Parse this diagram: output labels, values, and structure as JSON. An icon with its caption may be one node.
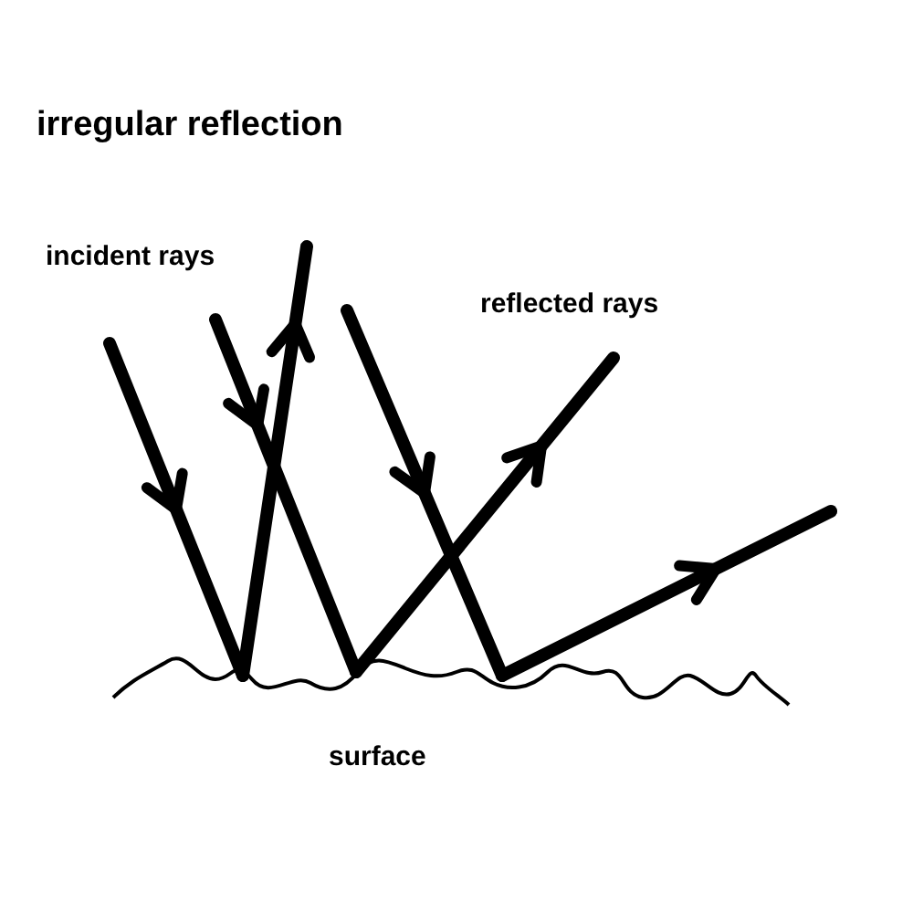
{
  "diagram": {
    "title": "irregular reflection",
    "labels": [
      "incident rays",
      "reflected rays",
      "surface"
    ]
  }
}
